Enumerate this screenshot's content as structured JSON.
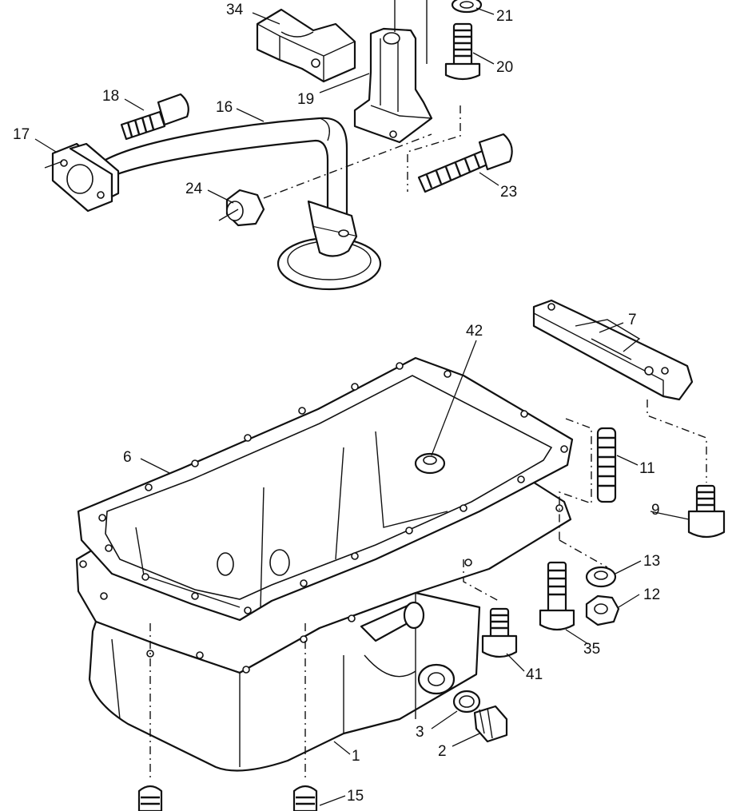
{
  "callouts": [
    {
      "id": "1",
      "label": "1"
    },
    {
      "id": "2",
      "label": "2"
    },
    {
      "id": "3",
      "label": "3"
    },
    {
      "id": "6",
      "label": "6"
    },
    {
      "id": "7",
      "label": "7"
    },
    {
      "id": "9",
      "label": "9"
    },
    {
      "id": "11",
      "label": "11"
    },
    {
      "id": "12",
      "label": "12"
    },
    {
      "id": "13",
      "label": "13"
    },
    {
      "id": "15",
      "label": "15"
    },
    {
      "id": "16",
      "label": "16"
    },
    {
      "id": "17",
      "label": "17"
    },
    {
      "id": "18",
      "label": "18"
    },
    {
      "id": "19",
      "label": "19"
    },
    {
      "id": "20",
      "label": "20"
    },
    {
      "id": "21",
      "label": "21"
    },
    {
      "id": "23",
      "label": "23"
    },
    {
      "id": "24",
      "label": "24"
    },
    {
      "id": "34",
      "label": "34"
    },
    {
      "id": "35",
      "label": "35"
    },
    {
      "id": "41",
      "label": "41"
    },
    {
      "id": "42",
      "label": "42"
    }
  ]
}
